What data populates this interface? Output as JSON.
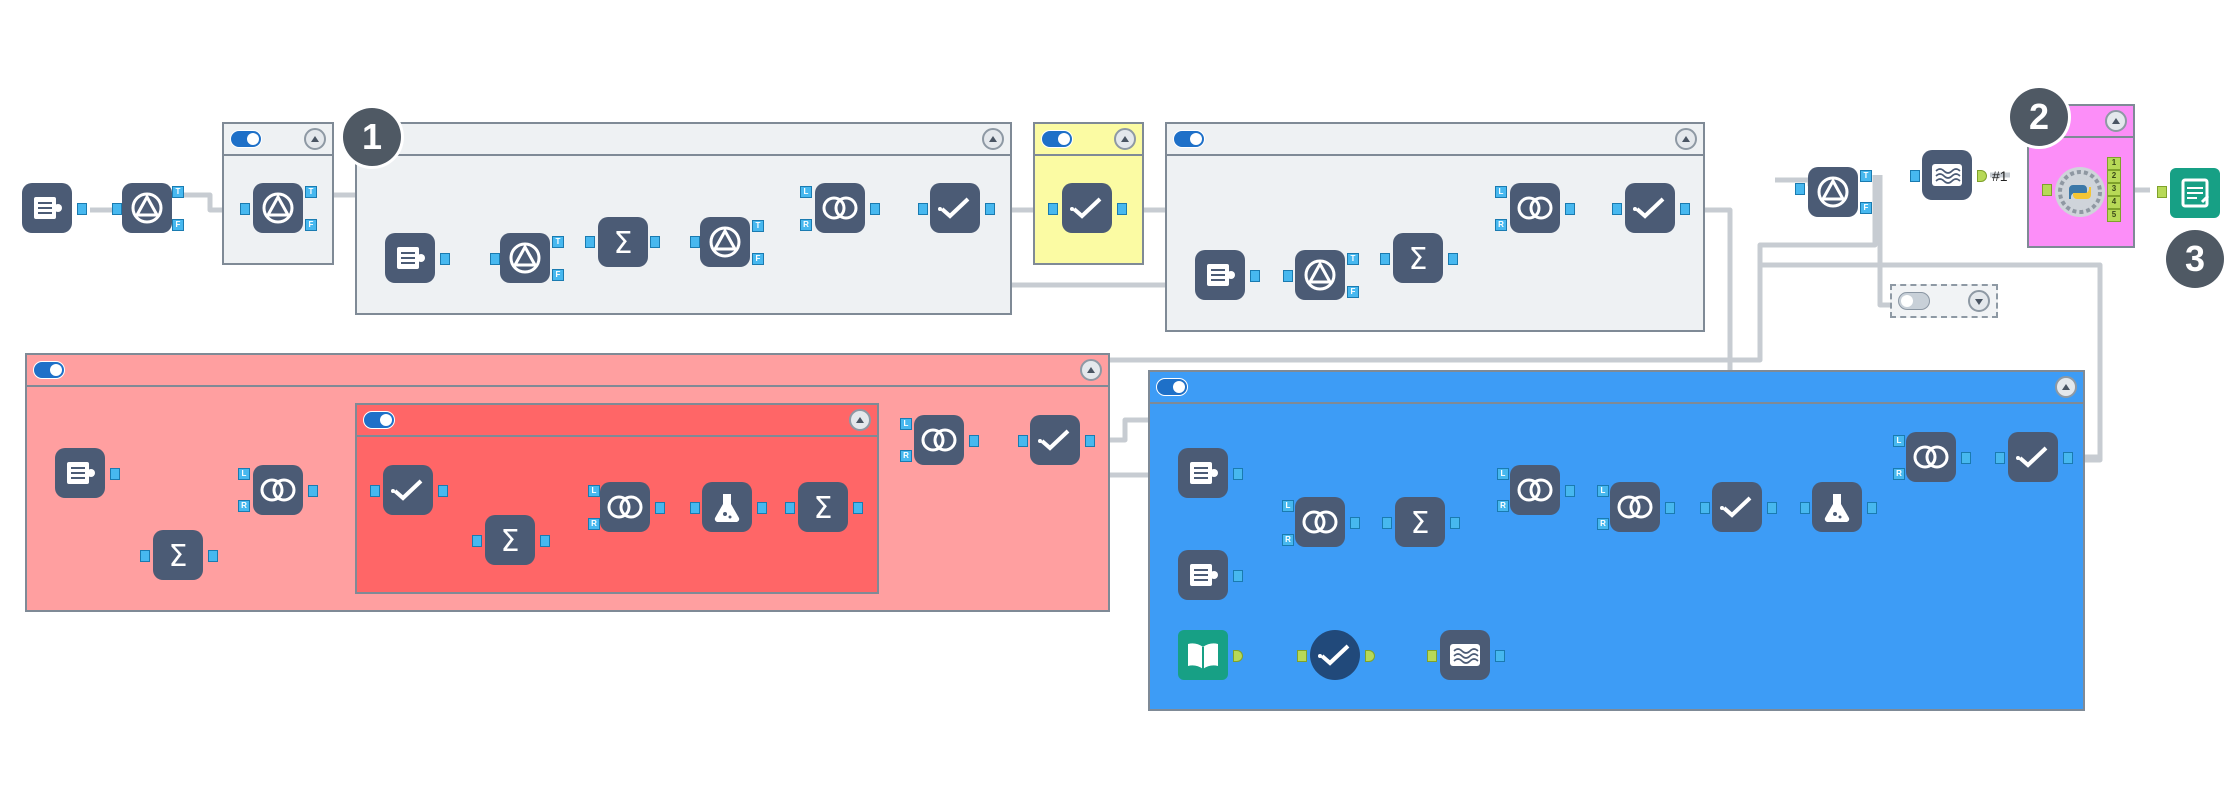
{
  "colors": {
    "container_gray": "#eef1f3",
    "container_yellow": "#fbfba3",
    "container_pink": "#ff9fa0",
    "container_red": "#ff6667",
    "container_blue": "#3d9cf6",
    "container_magenta": "#fc8ef8",
    "tool_dark": "#4b5b75",
    "anchor_blue": "#47b8ef",
    "connector": "#c8cdd2"
  },
  "badges": {
    "one": "1",
    "two": "2",
    "three": "3"
  },
  "anchor_labels": {
    "true": "T",
    "false": "F",
    "left": "L",
    "right": "R"
  },
  "python_outputs": [
    "1",
    "2",
    "3",
    "4",
    "5"
  ],
  "text_output_label": "#1",
  "icons": {
    "input": "database-icon",
    "filter": "filter-icon",
    "join": "join-icon",
    "select": "select-checkmark-icon",
    "summarize": "sigma-icon",
    "formula": "flask-icon",
    "python": "python-gear-icon",
    "text_to_columns": "waves-icon",
    "browse": "book-icon",
    "report": "report-icon"
  }
}
